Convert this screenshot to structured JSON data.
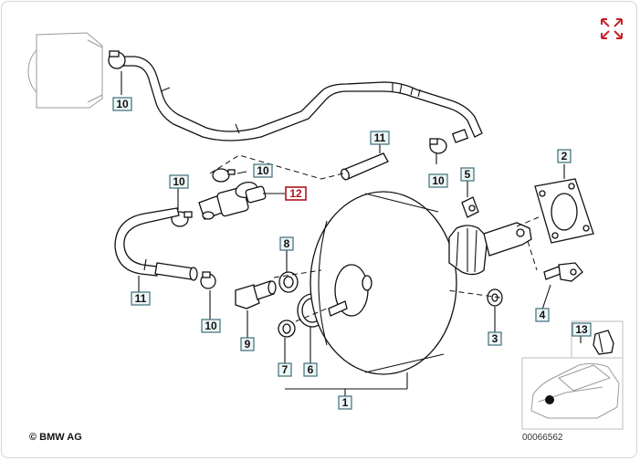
{
  "diagram": {
    "copyright": "© BMW AG",
    "figure_number": "00066562",
    "labels": [
      {
        "id": "label-10-top-left",
        "text": "10"
      },
      {
        "id": "label-11-top",
        "text": "11"
      },
      {
        "id": "label-10-mid",
        "text": "10"
      },
      {
        "id": "label-10-right",
        "text": "10"
      },
      {
        "id": "label-10-left",
        "text": "10"
      },
      {
        "id": "label-12",
        "text": "12"
      },
      {
        "id": "label-2",
        "text": "2"
      },
      {
        "id": "label-5",
        "text": "5"
      },
      {
        "id": "label-8",
        "text": "8"
      },
      {
        "id": "label-11-left",
        "text": "11"
      },
      {
        "id": "label-10-bottom",
        "text": "10"
      },
      {
        "id": "label-9",
        "text": "9"
      },
      {
        "id": "label-4",
        "text": "4"
      },
      {
        "id": "label-3",
        "text": "3"
      },
      {
        "id": "label-13",
        "text": "13"
      },
      {
        "id": "label-7",
        "text": "7"
      },
      {
        "id": "label-6",
        "text": "6"
      },
      {
        "id": "label-1",
        "text": "1"
      }
    ]
  },
  "colors": {
    "label_border": "#3d6e78",
    "label_fill": "#eef6f7",
    "highlight": "#b0131d"
  },
  "icons": {
    "expand": "expand-arrows-icon"
  }
}
